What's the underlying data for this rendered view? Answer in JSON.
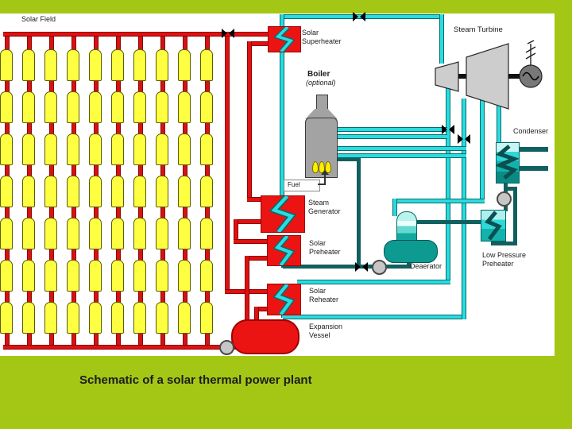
{
  "caption": "Schematic of a solar thermal power plant",
  "labels": {
    "solar_field": "Solar Field",
    "solar_superheater": "Solar\nSuperheater",
    "boiler": "Boiler",
    "boiler_optional": "(optional)",
    "fuel": "Fuel",
    "steam_turbine": "Steam Turbine",
    "condenser": "Condenser",
    "steam_generator": "Steam\nGenerator",
    "solar_preheater": "Solar\nPreheater",
    "deaerator": "Deaerator",
    "low_pressure_preheater": "Low Pressure\nPreheater",
    "solar_reheater": "Solar\nReheater",
    "expansion_vessel": "Expansion\nVessel"
  },
  "solar_field": {
    "columns": 10,
    "rows": 7
  },
  "colors": {
    "background_green": "#a4c715",
    "panel_white": "#ffffff",
    "htf_red": "#e01010",
    "steam_cyan": "#2adce0",
    "feedwater_teal": "#11605f",
    "collector_yellow": "#ffff42",
    "equipment_gray": "#a3a3a3",
    "text": "#1b1b1b"
  },
  "icons": {
    "valve": "black bowtie valve",
    "pump": "gray circle pump",
    "flame": "yellow flame",
    "generator": "circle with sine wave",
    "grid_connection": "line with slashes"
  }
}
